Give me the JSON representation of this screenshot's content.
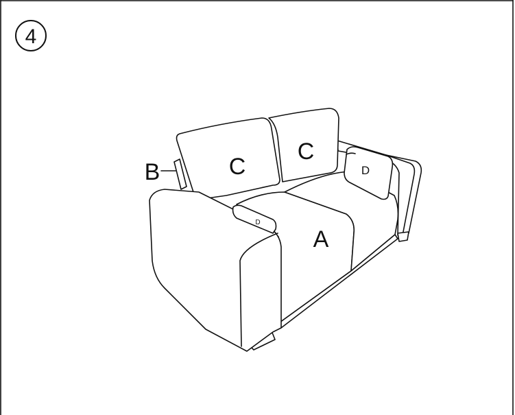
{
  "step": {
    "number": "4"
  },
  "labels": {
    "seat_cushion": "A",
    "backrest_bracket": "B",
    "back_cushion_left": "C",
    "back_cushion_right": "C",
    "pillow_left": "D",
    "pillow_right": "D"
  }
}
